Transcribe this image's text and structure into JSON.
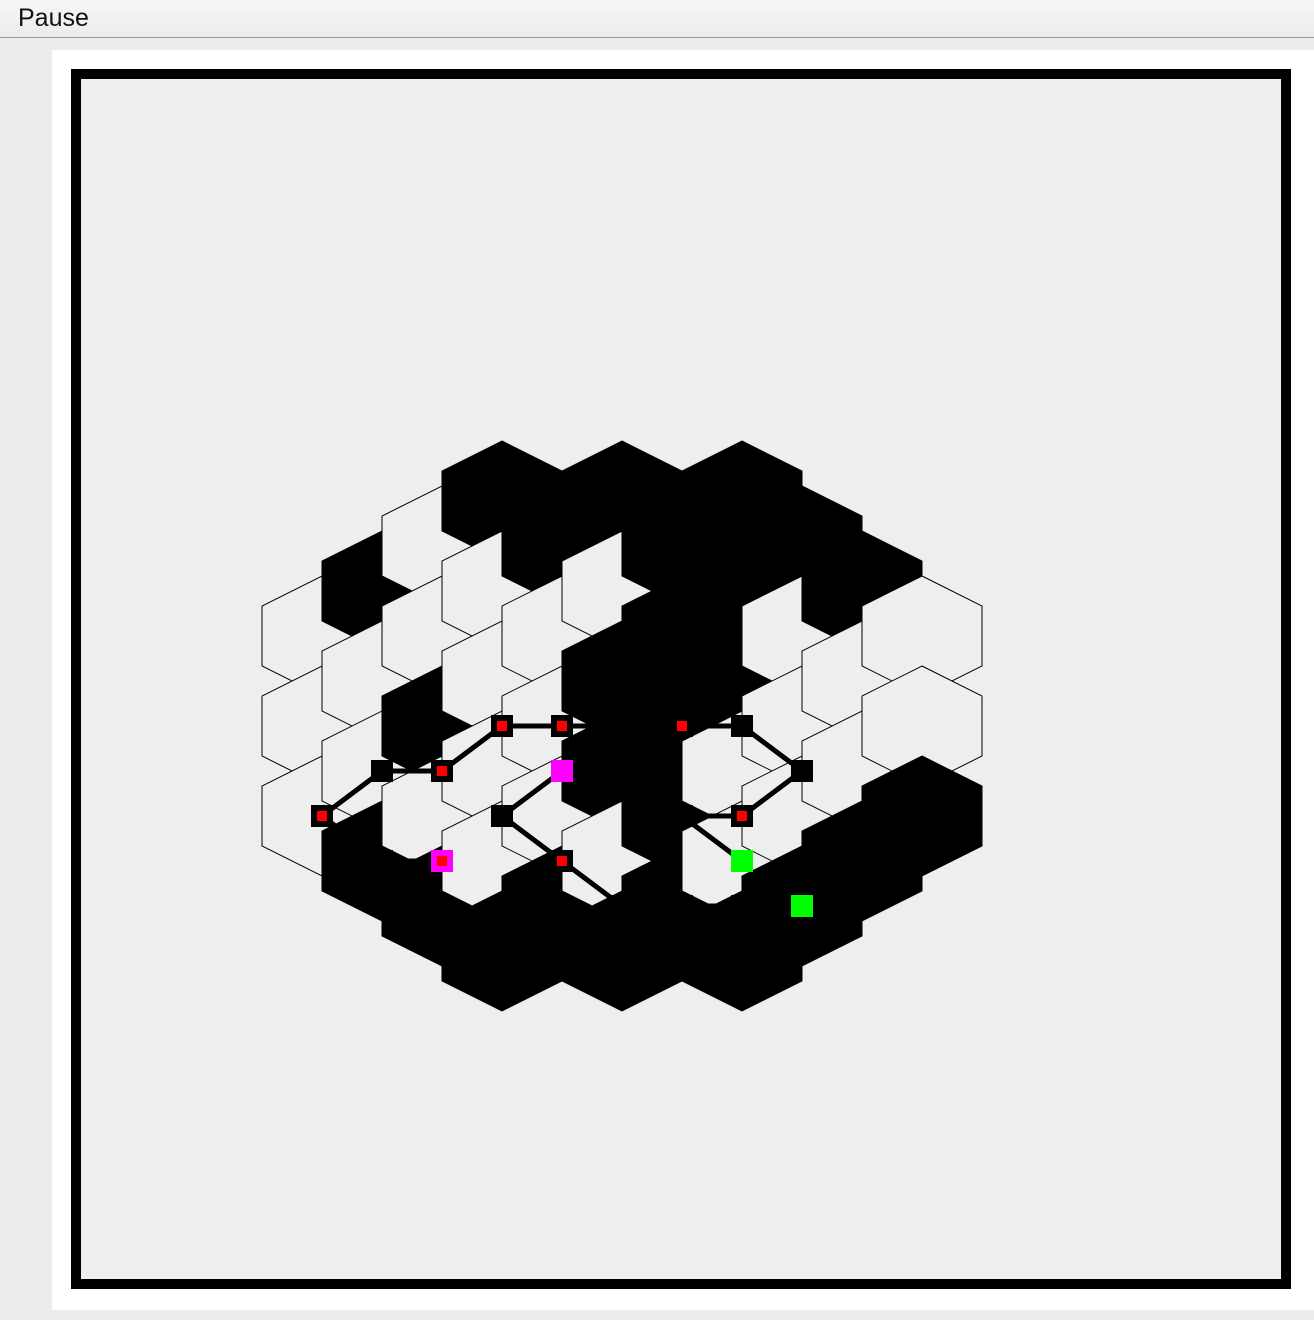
{
  "menu": {
    "pause_label": "Pause"
  },
  "colors": {
    "background": "#eeeeee",
    "wall": "#000000",
    "cell_stroke": "#000000",
    "path": "#000000",
    "node": "#000000",
    "visited_marker": "#ff0000",
    "endpoint_magenta": "#ff00ff",
    "goal_green": "#00ff00"
  },
  "board": {
    "grid": "hexagonal",
    "columns": [
      {
        "col": 0,
        "rows": [
          4,
          6,
          8
        ]
      },
      {
        "col": 1,
        "rows": [
          3,
          5,
          7,
          9
        ]
      },
      {
        "col": 2,
        "rows": [
          2,
          4,
          6,
          8,
          10
        ]
      },
      {
        "col": 3,
        "rows": [
          1,
          3,
          5,
          7,
          9,
          11
        ]
      },
      {
        "col": 4,
        "rows": [
          2,
          4,
          6,
          8,
          10
        ]
      },
      {
        "col": 5,
        "rows": [
          1,
          3,
          5,
          7,
          9,
          11
        ]
      },
      {
        "col": 6,
        "rows": [
          2,
          4,
          6,
          8,
          10
        ]
      },
      {
        "col": 7,
        "rows": [
          1,
          3,
          5,
          7,
          9,
          11
        ]
      },
      {
        "col": 8,
        "rows": [
          2,
          4,
          6,
          8,
          10
        ]
      },
      {
        "col": 9,
        "rows": [
          3,
          5,
          7,
          9
        ]
      },
      {
        "col": 10,
        "rows": [
          4,
          6,
          8
        ]
      }
    ],
    "walls": [
      [
        1,
        3
      ],
      [
        1,
        9
      ],
      [
        2,
        6
      ],
      [
        2,
        10
      ],
      [
        3,
        1
      ],
      [
        3,
        11
      ],
      [
        4,
        2
      ],
      [
        4,
        10
      ],
      [
        5,
        1
      ],
      [
        5,
        5
      ],
      [
        5,
        7
      ],
      [
        5,
        11
      ],
      [
        6,
        2
      ],
      [
        6,
        4
      ],
      [
        6,
        6
      ],
      [
        6,
        8
      ],
      [
        6,
        10
      ],
      [
        7,
        1
      ],
      [
        7,
        3
      ],
      [
        7,
        5
      ],
      [
        7,
        11
      ],
      [
        8,
        2
      ],
      [
        8,
        10
      ],
      [
        9,
        3
      ],
      [
        9,
        9
      ],
      [
        10,
        8
      ]
    ],
    "paths": [
      [
        [
          2,
          9
        ],
        [
          1,
          9
        ],
        [
          0,
          8
        ],
        [
          1,
          7
        ],
        [
          2,
          7
        ],
        [
          3,
          6
        ],
        [
          4,
          6
        ],
        [
          5,
          6
        ],
        [
          6,
          6
        ],
        [
          7,
          6
        ],
        [
          8,
          7
        ],
        [
          7,
          8
        ],
        [
          6,
          8
        ],
        [
          7,
          9
        ]
      ],
      [
        [
          4,
          7
        ],
        [
          3,
          8
        ],
        [
          4,
          9
        ],
        [
          5,
          10
        ],
        [
          6,
          10
        ],
        [
          7,
          10
        ],
        [
          8,
          10
        ]
      ]
    ],
    "red_markers": [
      [
        2,
        9
      ],
      [
        0,
        8
      ],
      [
        2,
        7
      ],
      [
        4,
        6
      ],
      [
        6,
        6
      ],
      [
        7,
        8
      ],
      [
        3,
        6
      ],
      [
        4,
        9
      ]
    ],
    "magenta_endpoints": [
      [
        2,
        9
      ],
      [
        4,
        7
      ]
    ],
    "green_goals": [
      [
        7,
        9
      ],
      [
        8,
        10
      ]
    ]
  }
}
